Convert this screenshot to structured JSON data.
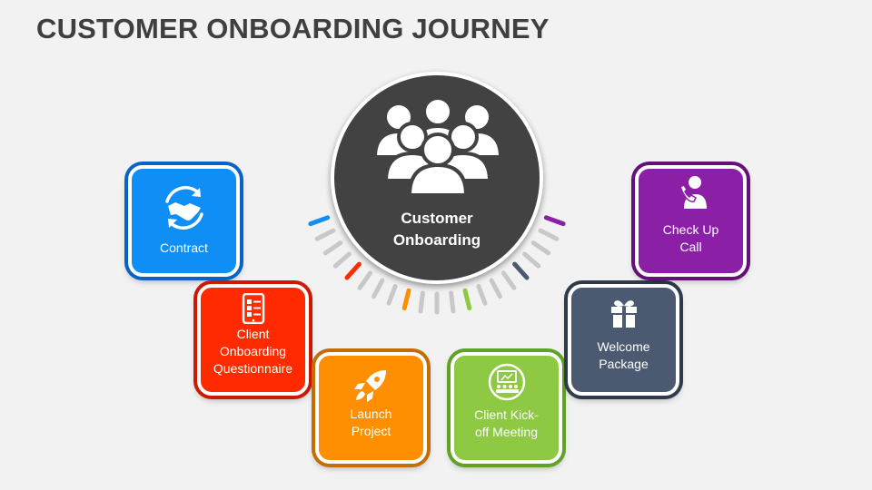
{
  "title": "CUSTOMER ONBOARDING JOURNEY",
  "hub": {
    "label": "Customer\nOnboarding",
    "icon": "people-group-icon",
    "color": "#424242"
  },
  "steps": [
    {
      "label": "Contract",
      "icon": "handshake-icon",
      "fill": "#0f8ff5",
      "ring": "#0a63c4"
    },
    {
      "label": "Client\nOnboarding\nQuestionnaire",
      "icon": "checklist-tablet-icon",
      "fill": "#ff2a00",
      "ring": "#cc1a00"
    },
    {
      "label": "Launch\nProject",
      "icon": "rocket-icon",
      "fill": "#ff8f00",
      "ring": "#c46d05"
    },
    {
      "label": "Client Kick-\noff Meeting",
      "icon": "meeting-icon",
      "fill": "#8dc943",
      "ring": "#5fa326"
    },
    {
      "label": "Welcome\nPackage",
      "icon": "gift-icon",
      "fill": "#4b5a70",
      "ring": "#2f3a4b"
    },
    {
      "label": "Check Up\nCall",
      "icon": "support-call-icon",
      "fill": "#8b1fa5",
      "ring": "#641078"
    }
  ]
}
